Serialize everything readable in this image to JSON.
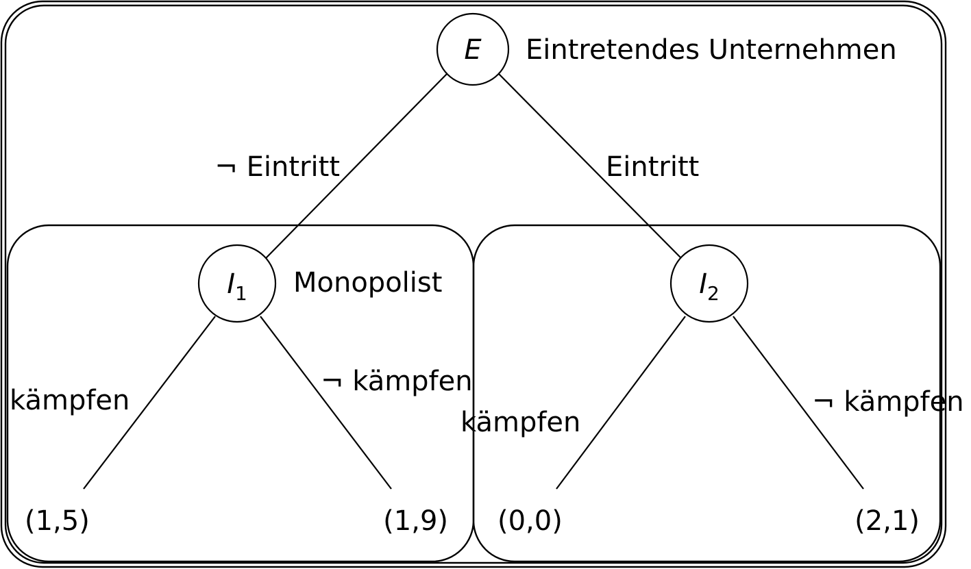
{
  "nodes": {
    "entrant": {
      "symbol": "E",
      "subscript": "",
      "role": "Eintretendes Unternehmen"
    },
    "incumbent_1": {
      "symbol": "I",
      "subscript": "1",
      "role": "Monopolist"
    },
    "incumbent_2": {
      "symbol": "I",
      "subscript": "2",
      "role": ""
    }
  },
  "edges": {
    "no_entry": "¬ Eintritt",
    "entry": "Eintritt",
    "i1_fight": "kämpfen",
    "i1_not_fight": "¬ kämpfen",
    "i2_fight": "kämpfen",
    "i2_not_fight": "¬ kämpfen"
  },
  "payoffs": {
    "leaf_1": "(1,5)",
    "leaf_2": "(1,9)",
    "leaf_3": "(0,0)",
    "leaf_4": "(2,1)"
  },
  "colors": {
    "stroke": "#000000",
    "background": "#ffffff"
  }
}
